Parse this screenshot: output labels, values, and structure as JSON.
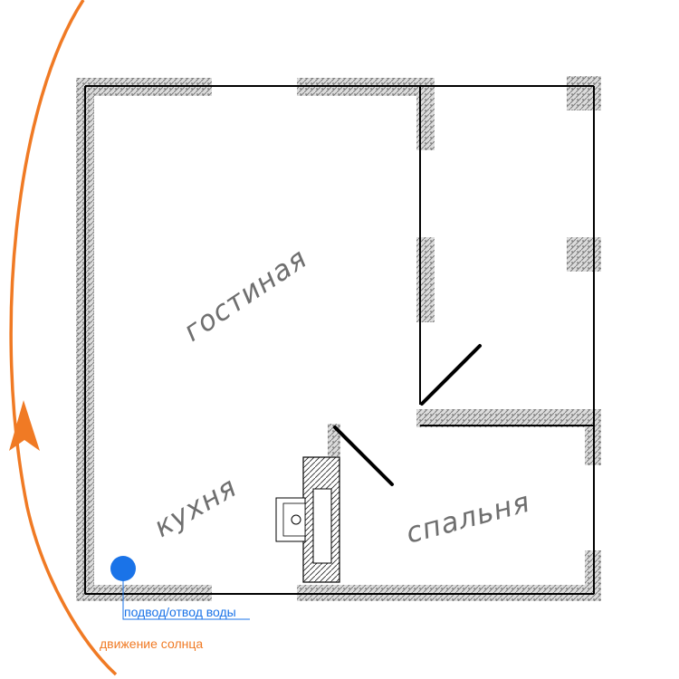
{
  "rooms": {
    "living": "гостиная",
    "kitchen": "кухня",
    "bedroom": "спальня"
  },
  "legend": {
    "water": "подвод/отвод воды",
    "sun": "движение солнца"
  },
  "colors": {
    "wall": "#000000",
    "hatch": "#9a9a9a",
    "water": "#1a73e8",
    "sun": "#f07a24",
    "label": "#6f6f6f"
  },
  "icons": {
    "water_point": "water-point-icon",
    "sun_path": "sun-path-arrow-icon"
  }
}
